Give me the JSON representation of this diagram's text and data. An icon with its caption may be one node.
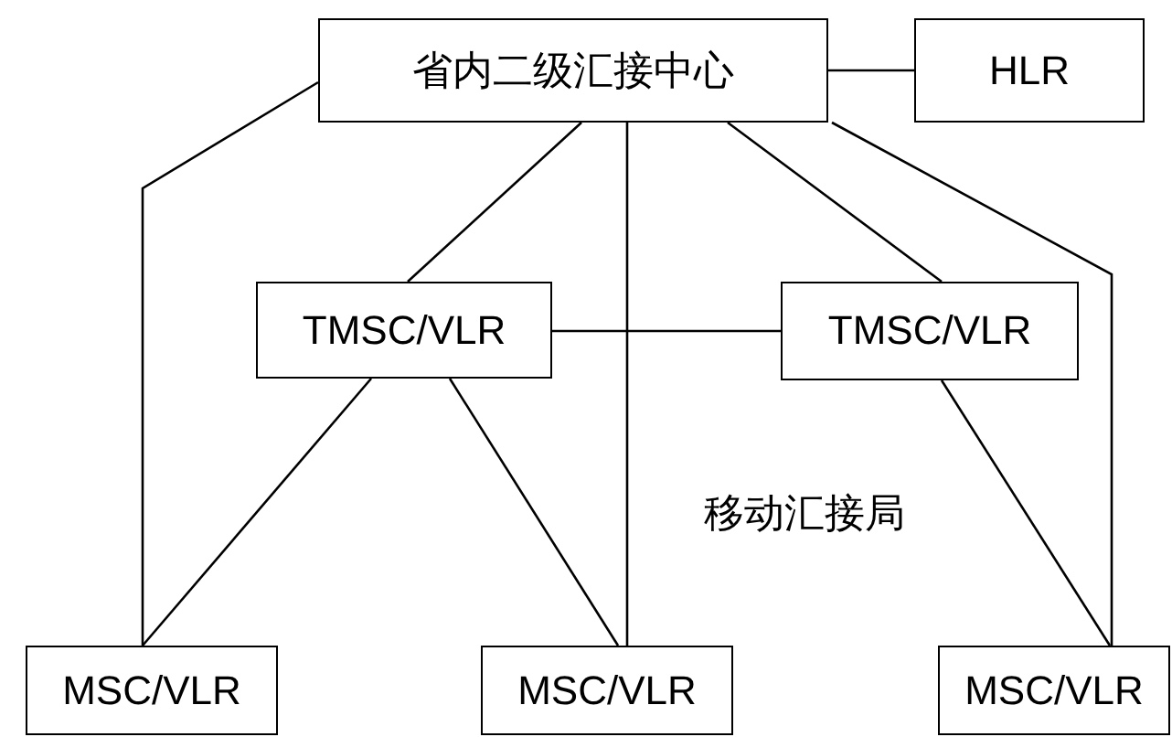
{
  "diagram": {
    "nodes": [
      {
        "text": [
          "省内二级汇接中心"
        ]
      },
      {
        "text": [
          "HLR"
        ]
      },
      {
        "text": [
          "TMSC/VLR"
        ]
      },
      {
        "text": [
          "TMSC/VLR"
        ]
      },
      {
        "text": [
          "MSC/VLR"
        ]
      },
      {
        "text": [
          "MSC/VLR"
        ]
      },
      {
        "text": [
          "MSC/VLR"
        ]
      }
    ],
    "edges": [
      {
        "from": 0,
        "to": 1,
        "arrow": "none"
      },
      {
        "from": 0,
        "to": 4,
        "arrow": "none"
      },
      {
        "from": 0,
        "to": 2,
        "arrow": "none"
      },
      {
        "from": 0,
        "to": 5,
        "arrow": "none"
      },
      {
        "from": 0,
        "to": 3,
        "arrow": "none"
      },
      {
        "from": 0,
        "to": 6,
        "arrow": "none"
      },
      {
        "from": 2,
        "to": 3,
        "arrow": "none"
      },
      {
        "from": 2,
        "to": 4,
        "arrow": "none"
      },
      {
        "from": 2,
        "to": 5,
        "arrow": "none"
      },
      {
        "from": 3,
        "to": 6,
        "arrow": "none"
      }
    ],
    "labels": [
      "移动汇接局"
    ]
  }
}
